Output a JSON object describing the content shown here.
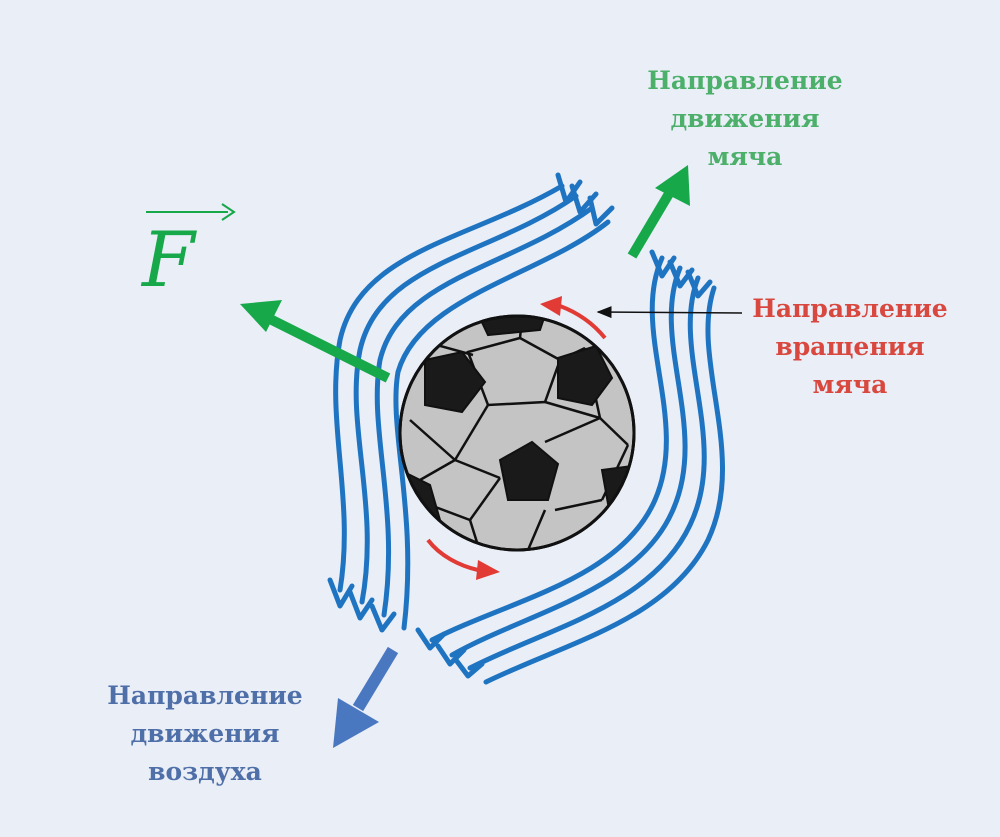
{
  "labels": {
    "ball_direction": {
      "lines": [
        "Направление",
        "движения",
        "мяча"
      ]
    },
    "spin_direction": {
      "lines": [
        "Направление",
        "вращения",
        "мяча"
      ]
    },
    "air_direction": {
      "lines": [
        "Направление",
        "движения",
        "воздуха"
      ]
    },
    "force_symbol": "F"
  },
  "colors": {
    "background": "#e9eef7",
    "airflow": "#1f74c2",
    "force": "#17a84a",
    "spin": "#e23a34",
    "air_arrow": "#4a78c0",
    "label_green": "#4caf6a",
    "label_red": "#d9483f",
    "label_blue": "#4f6fa9",
    "ball_panel": "#c4c4c4",
    "ball_patch": "#1a1a1a"
  },
  "icons": {
    "ball": "soccer-ball-icon",
    "force_arrow": "force-arrow-icon",
    "ball_motion_arrow": "ball-motion-arrow-icon",
    "air_motion_arrow": "air-motion-arrow-icon",
    "spin_arrows": "rotation-arrow-icon",
    "pointer": "pointer-arrow-icon"
  }
}
